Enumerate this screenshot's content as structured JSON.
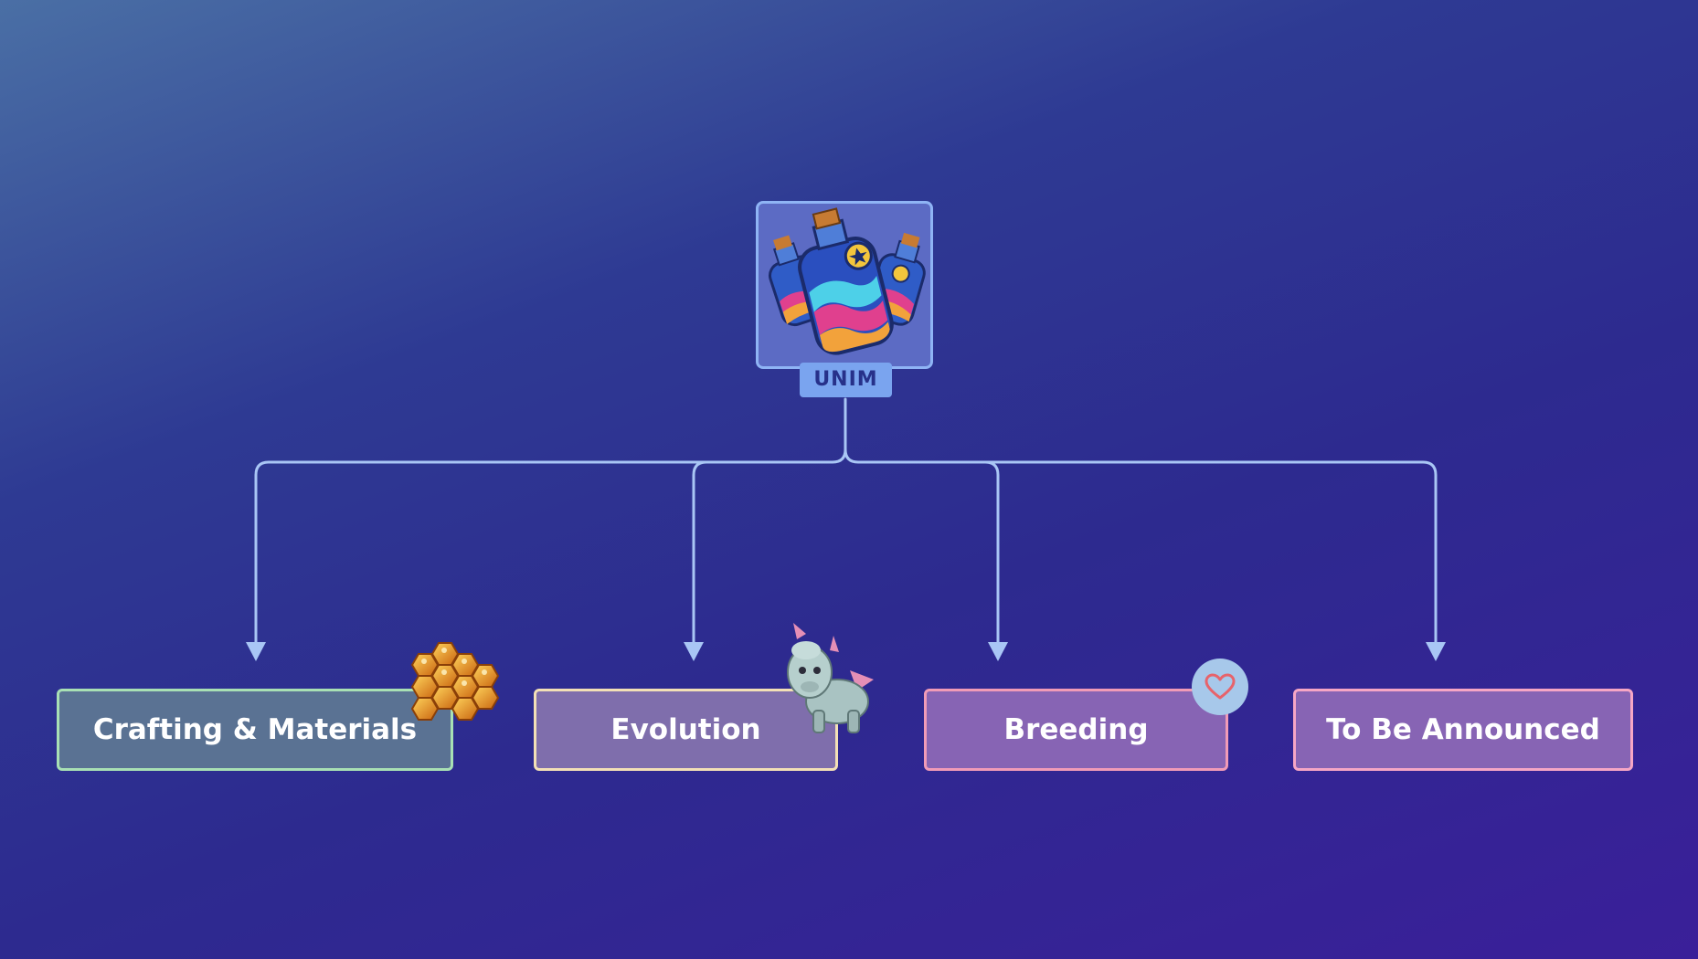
{
  "token": {
    "label": "UNIM",
    "icon": "potion-bottles-icon"
  },
  "branches": [
    {
      "id": "crafting",
      "label": "Crafting & Materials",
      "icon": "honeycomb-icon",
      "border": "#a8e0b4"
    },
    {
      "id": "evolution",
      "label": "Evolution",
      "icon": "unicorn-icon",
      "border": "#f3e0b6"
    },
    {
      "id": "breeding",
      "label": "Breeding",
      "icon": "heart-icon",
      "border": "#f19bb7"
    },
    {
      "id": "tba",
      "label": "To Be Announced",
      "icon": null,
      "border": "#f6a6c5"
    }
  ],
  "colors": {
    "connector": "#a9c6f5",
    "token_badge": "#7aa4ef",
    "heart": "#e7636b"
  }
}
